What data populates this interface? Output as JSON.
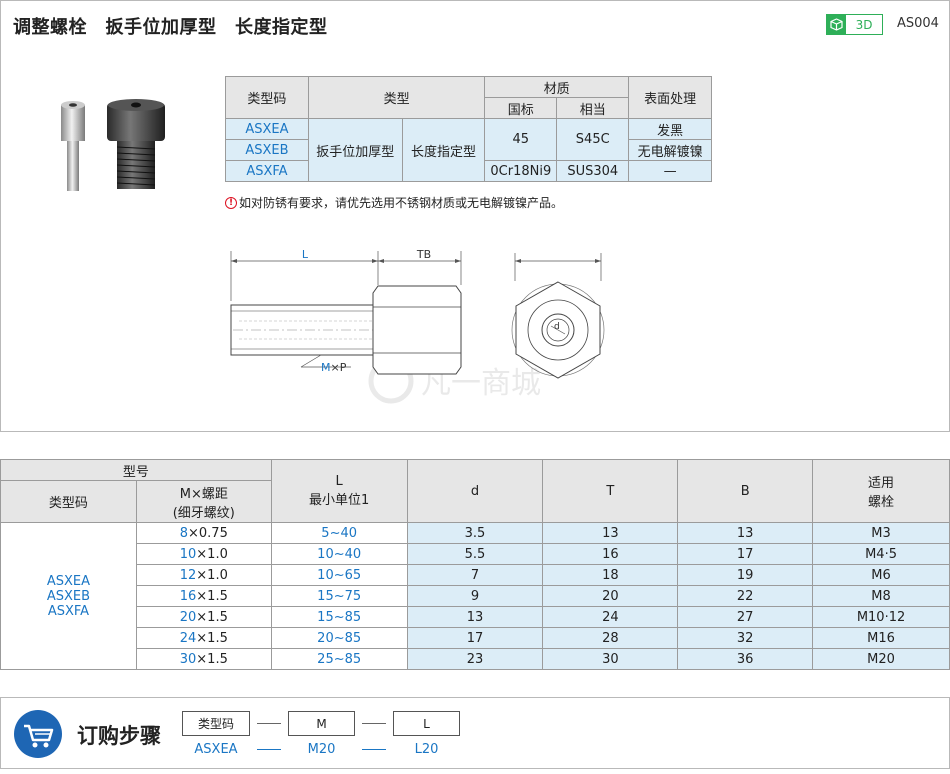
{
  "header": {
    "title": "调整螺栓　扳手位加厚型　长度指定型",
    "badge_3d": "3D",
    "product_code": "AS004"
  },
  "spec_table": {
    "headers": {
      "type_code": "类型码",
      "type": "类型",
      "material": "材质",
      "material_std": "国标",
      "material_eq": "相当",
      "surface": "表面处理"
    },
    "rows": [
      {
        "code": "ASXEA",
        "surface": "发黑"
      },
      {
        "code": "ASXEB",
        "surface": "无电解镀镍"
      },
      {
        "code": "ASXFA",
        "surface": "—"
      }
    ],
    "type_a": "扳手位加厚型",
    "type_b": "长度指定型",
    "mat_std_1": "45",
    "mat_eq_1": "S45C",
    "mat_std_2": "0Cr18Ni9",
    "mat_eq_2": "SUS304"
  },
  "note": {
    "icon": "info-icon",
    "text": "如对防锈有要求，请优先选用不锈钢材质或无电解镀镍产品。"
  },
  "drawing": {
    "label_L": "L",
    "label_TB": "TB",
    "label_M": "M",
    "label_xP": "×P",
    "label_d": "d",
    "watermark": "凡一商城"
  },
  "dim_table": {
    "headers": {
      "model": "型号",
      "type_code": "类型码",
      "m_pitch": "M×螺距\n(细牙螺纹)",
      "l_label": "L\n最小单位1",
      "d": "d",
      "t": "T",
      "b": "B",
      "bolt": "适用\n螺栓"
    },
    "type_codes": [
      "ASXEA",
      "ASXEB",
      "ASXFA"
    ],
    "rows": [
      {
        "m": "8",
        "p": "×0.75",
        "l": "5~40",
        "d": "3.5",
        "t": "13",
        "b": "13",
        "bolt": "M3"
      },
      {
        "m": "10",
        "p": "×1.0",
        "l": "10~40",
        "d": "5.5",
        "t": "16",
        "b": "17",
        "bolt": "M4·5"
      },
      {
        "m": "12",
        "p": "×1.0",
        "l": "10~65",
        "d": "7",
        "t": "18",
        "b": "19",
        "bolt": "M6"
      },
      {
        "m": "16",
        "p": "×1.5",
        "l": "15~75",
        "d": "9",
        "t": "20",
        "b": "22",
        "bolt": "M8"
      },
      {
        "m": "20",
        "p": "×1.5",
        "l": "15~85",
        "d": "13",
        "t": "24",
        "b": "27",
        "bolt": "M10·12"
      },
      {
        "m": "24",
        "p": "×1.5",
        "l": "20~85",
        "d": "17",
        "t": "28",
        "b": "32",
        "bolt": "M16"
      },
      {
        "m": "30",
        "p": "×1.5",
        "l": "25~85",
        "d": "23",
        "t": "30",
        "b": "36",
        "bolt": "M20"
      }
    ]
  },
  "order": {
    "icon": "shopping-cart-icon",
    "title": "订购步骤",
    "fields": [
      "类型码",
      "M",
      "L"
    ],
    "values": [
      "ASXEA",
      "M20",
      "L20"
    ]
  }
}
